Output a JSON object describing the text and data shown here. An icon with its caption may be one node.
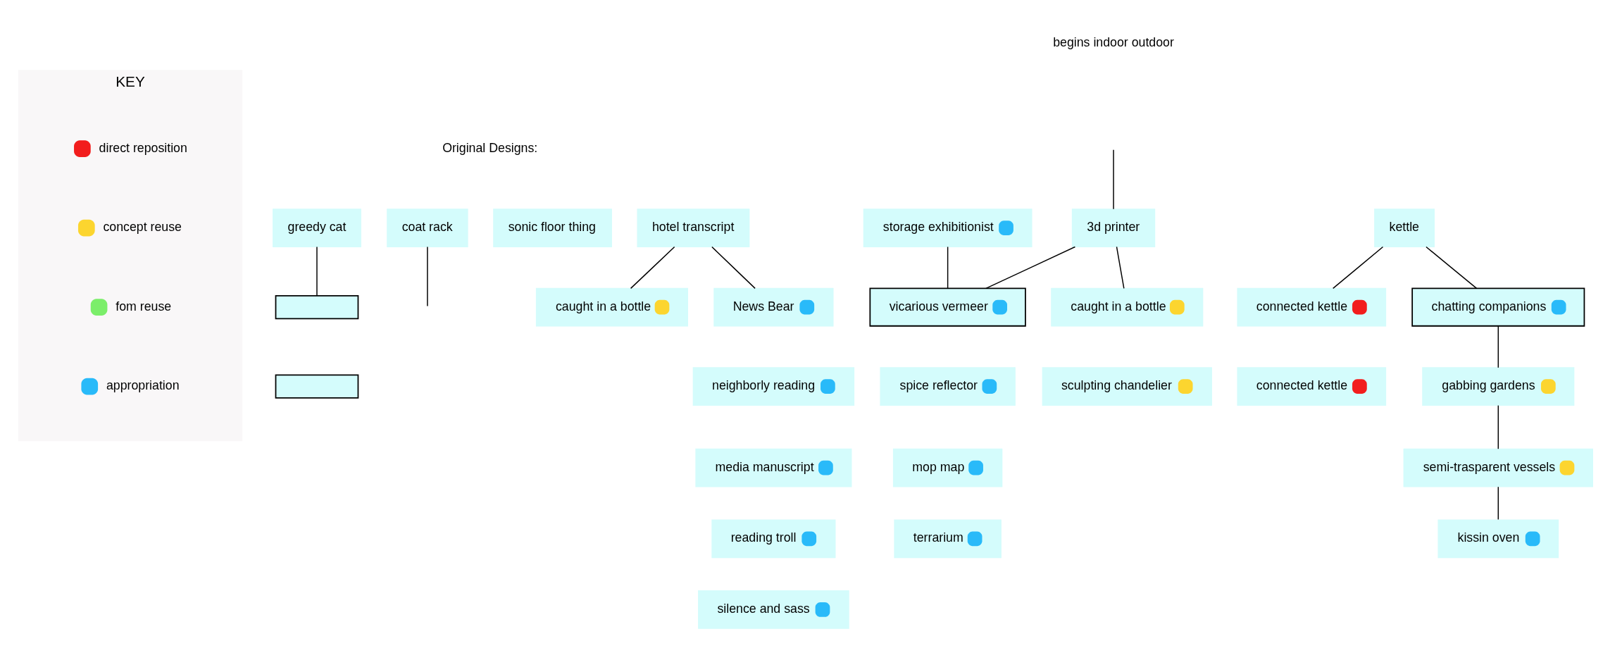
{
  "diagram": {
    "nodes": [
      {
        "text": [
          "greedy cat"
        ]
      },
      {
        "text": [],
        "shape": "box"
      },
      {
        "text": [],
        "shape": "box"
      },
      {
        "text": [
          "coat rack"
        ]
      },
      {
        "text": [
          "sonic floor thing"
        ]
      },
      {
        "text": [
          "hotel transcript"
        ]
      },
      {
        "text": [
          "caught in a bottle"
        ]
      },
      {
        "text": [
          "News Bear"
        ]
      },
      {
        "text": [
          "neighborly reading"
        ]
      },
      {
        "text": [
          "media manuscript"
        ]
      },
      {
        "text": [
          "reading troll"
        ]
      },
      {
        "text": [
          "silence and sass"
        ]
      },
      {
        "text": [
          "3d printer"
        ]
      },
      {
        "text": [
          "caught in a bottle"
        ]
      },
      {
        "text": [
          "sculpting chandelier"
        ]
      },
      {
        "text": [
          "storage exhibitionist"
        ]
      },
      {
        "text": [
          "vicarious vermeer"
        ]
      },
      {
        "text": [
          "spice reflector"
        ]
      },
      {
        "text": [
          "mop map"
        ]
      },
      {
        "text": [
          "terrarium"
        ]
      },
      {
        "text": [
          "kettle"
        ]
      },
      {
        "text": [
          "connected kettle"
        ]
      },
      {
        "text": [
          "connected kettle"
        ]
      },
      {
        "text": [
          "chatting companions"
        ]
      },
      {
        "text": [
          "gabbing gardens"
        ]
      },
      {
        "text": [
          "semi-trasparent vessels"
        ]
      },
      {
        "text": [
          "kissin oven"
        ]
      },
      {
        "text": [
          "KEY"
        ]
      }
    ],
    "edges": [
      {
        "from": 0,
        "to": 1,
        "arrow": "none"
      },
      {
        "from": 3,
        "to": null,
        "arrow": "none"
      },
      {
        "from": 5,
        "to": 6,
        "arrow": "none"
      },
      {
        "from": 5,
        "to": 7,
        "arrow": "none"
      },
      {
        "from": null,
        "to": 12,
        "arrow": "none"
      },
      {
        "from": 12,
        "to": 13,
        "arrow": "none"
      },
      {
        "from": 12,
        "to": 16,
        "arrow": "none"
      },
      {
        "from": 15,
        "to": 16,
        "arrow": "none"
      },
      {
        "from": 20,
        "to": 21,
        "arrow": "none"
      },
      {
        "from": 20,
        "to": 23,
        "arrow": "none"
      },
      {
        "from": 23,
        "to": 24,
        "arrow": "none"
      },
      {
        "from": 24,
        "to": 25,
        "arrow": "none"
      },
      {
        "from": 25,
        "to": 26,
        "arrow": "none"
      }
    ],
    "labels": [
      "begins indoor outdoor",
      "Original Designs:"
    ],
    "legend": [
      {
        "text": "direct reposition",
        "color": "#f21d1d"
      },
      {
        "text": "concept reuse",
        "color": "#fcd52f"
      },
      {
        "text": "fom reuse",
        "color": "#7bee6a"
      },
      {
        "text": "appropriation",
        "color": "#29baf9"
      }
    ]
  }
}
